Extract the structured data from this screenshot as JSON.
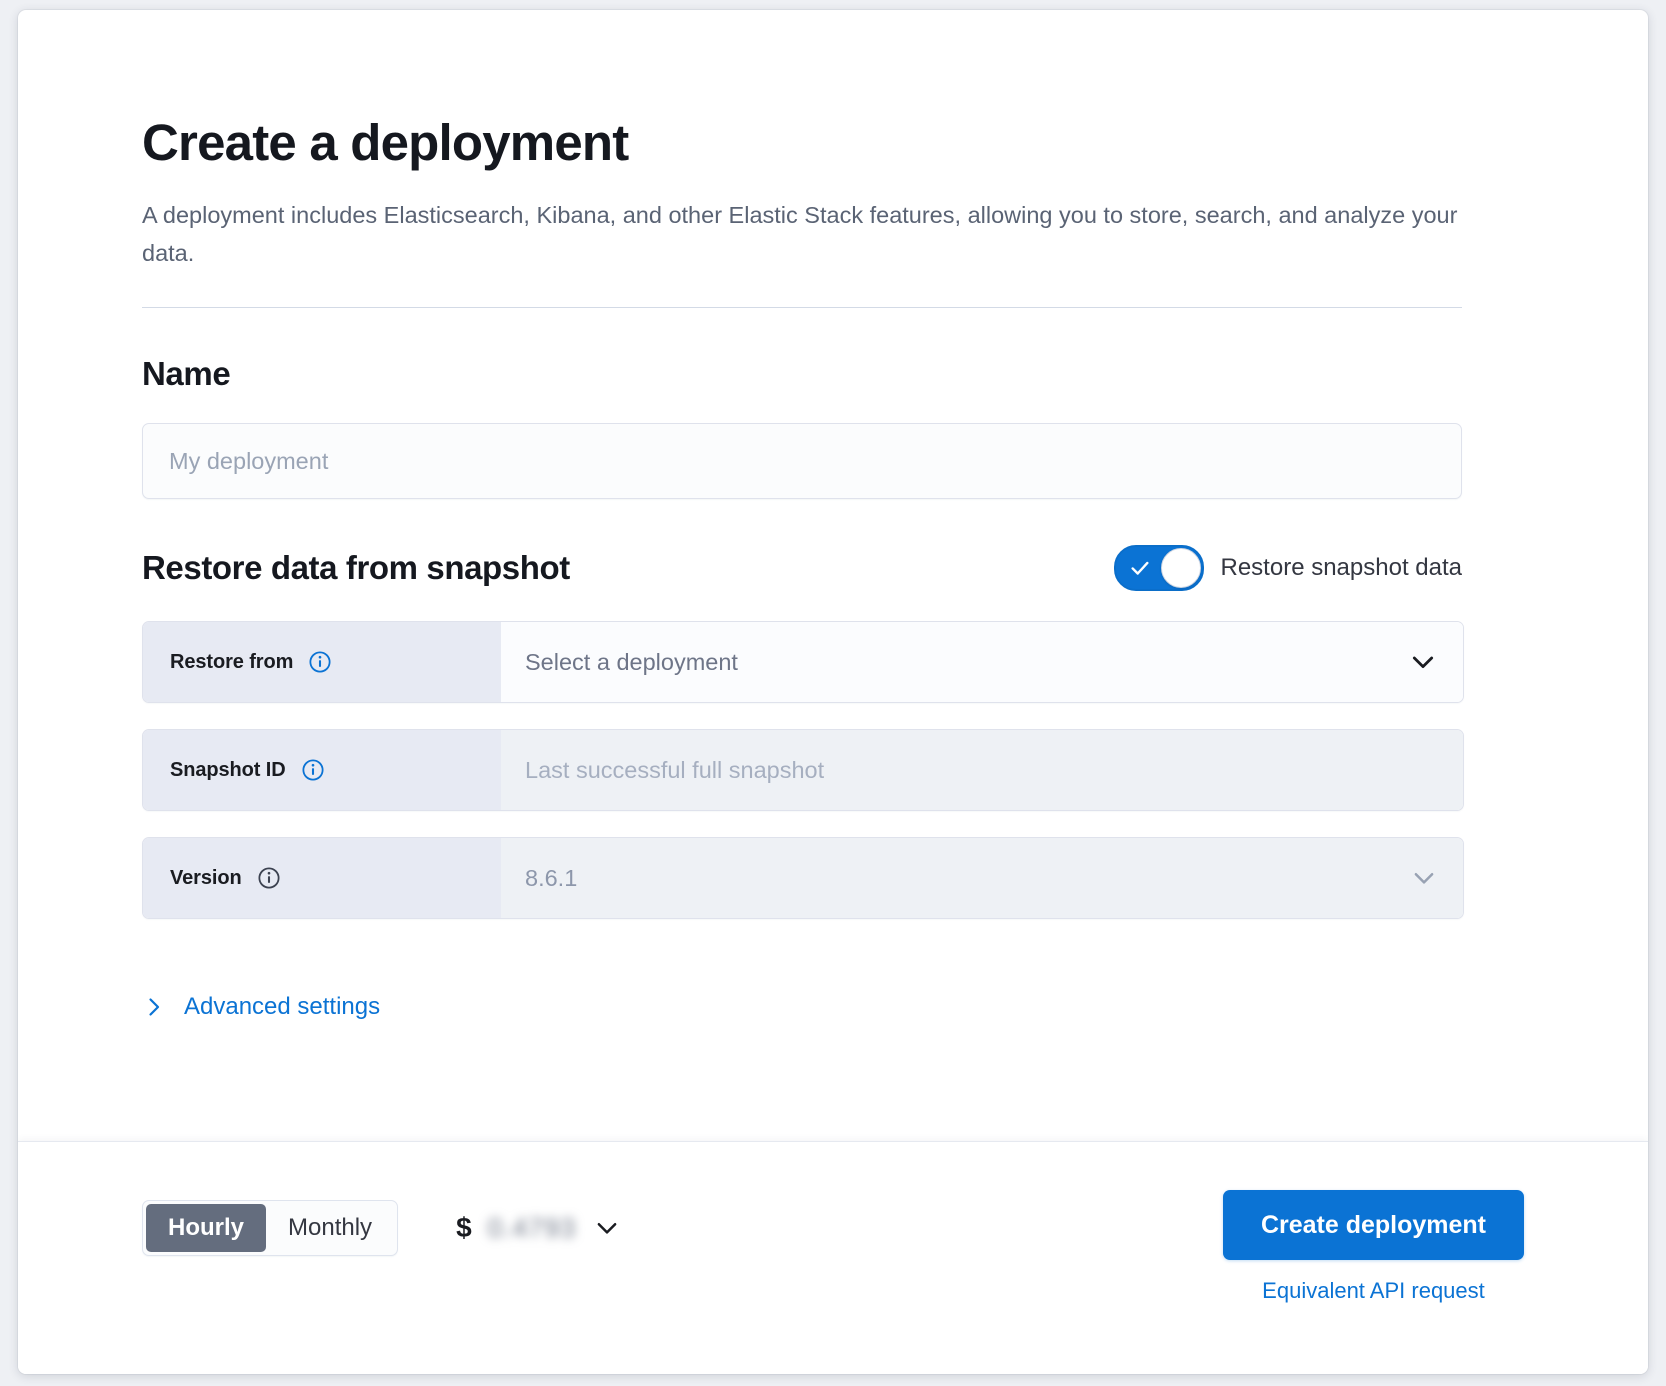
{
  "header": {
    "title": "Create a deployment",
    "subtitle": "A deployment includes Elasticsearch, Kibana, and other Elastic Stack features, allowing you to store, search, and analyze your data."
  },
  "name_section": {
    "heading": "Name",
    "input_value": "",
    "input_placeholder": "My deployment"
  },
  "restore_section": {
    "heading": "Restore data from snapshot",
    "toggle": {
      "label": "Restore snapshot data",
      "checked": true,
      "on_color": "#0b73d4",
      "icon": "check-icon"
    },
    "rows": [
      {
        "label": "Restore from",
        "info_icon": "info-circle-icon",
        "info_icon_color": "#0b73d4",
        "value": "Select a deployment",
        "is_placeholder": true,
        "disabled": false,
        "has_chevron": true,
        "chevron_icon": "chevron-down-icon"
      },
      {
        "label": "Snapshot ID",
        "info_icon": "info-circle-icon",
        "info_icon_color": "#0b73d4",
        "value": "Last successful full snapshot",
        "is_placeholder": true,
        "disabled": true,
        "has_chevron": false,
        "chevron_icon": ""
      },
      {
        "label": "Version",
        "info_icon": "info-circle-icon",
        "info_icon_color": "#5a6374",
        "value": "8.6.1",
        "is_placeholder": false,
        "disabled": true,
        "has_chevron": true,
        "chevron_icon": "chevron-down-icon"
      }
    ],
    "advanced": {
      "label": "Advanced settings",
      "icon": "chevron-right-icon",
      "color": "#0b73d4"
    }
  },
  "footer": {
    "billing": {
      "options": [
        "Hourly",
        "Monthly"
      ],
      "selected": "Hourly"
    },
    "price": {
      "currency": "$",
      "amount": "0.4793",
      "redacted": true,
      "chevron_icon": "chevron-down-icon"
    },
    "create_button": "Create deployment",
    "api_link": "Equivalent API request"
  }
}
